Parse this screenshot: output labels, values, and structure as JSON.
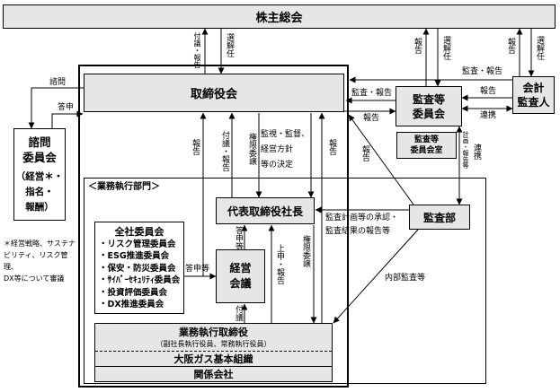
{
  "shareholders_meeting": "株主総会",
  "board": "取締役会",
  "advisory_committee": {
    "title": [
      "諮問",
      "委員会"
    ],
    "members": [
      "（経営＊・",
      "指名・",
      "報酬）"
    ]
  },
  "note": [
    "＊経営戦略、サステナ",
    "ビリティ、リスク管理、",
    "DX等について審議"
  ],
  "audit_committee": {
    "title": [
      "監査等",
      "委員会"
    ],
    "office": [
      "監査等",
      "委員会室"
    ]
  },
  "accounting_auditor": [
    "会計",
    "監査人"
  ],
  "exec_division_label": "＜業務執行部門＞",
  "president": "代表取締役社長",
  "company_committees": {
    "title": "全社委員会",
    "items": [
      "・リスク管理委員会",
      "・ESG推進委員会",
      "・保安・防災委員会",
      "・ｻｲﾊﾞｰｾｷｭﾘﾃｨ委員会",
      "・投資評価委員会",
      "・DX推進委員会"
    ]
  },
  "management_meeting": [
    "経営",
    "会議"
  ],
  "exec_directors": {
    "title": "業務執行取締役",
    "sub": "（副社長執行役員、常務執行役員）"
  },
  "basic_org": "大阪ガス基本組織",
  "affiliates": "関係会社",
  "internal_audit": "監査部",
  "labels": {
    "sh_up": "付議・報告",
    "sh_down": "選解任",
    "ac_up": "報告",
    "ac_down": "選解任",
    "aa_up": "報告",
    "aa_down": "選解任",
    "aa_board": "監査・報告",
    "ac_board": "監査・報告",
    "board_ac": "報告",
    "aa_ac": "報告",
    "aa_ac_link": "連携",
    "ac_ia_plan": "計画・報告等",
    "ac_ia_link": "連携",
    "consult": "諮問",
    "report_back": "答申",
    "cc_board": "報告",
    "pres_board": "付議・報告",
    "board_pres_delegate": "権限委譲",
    "board_pres_oversight": [
      "監視・監督、",
      "経営方針",
      "等の決定"
    ],
    "exec_board": "報告",
    "ia_board": "報告",
    "ia_pres": [
      "監査計画等の承認・",
      "監査結果の報告等"
    ],
    "cc_mm": "答申等",
    "mm_pres": "答申等",
    "exec_pres": "上申・報告",
    "pres_exec": "権限委譲",
    "exec_mm": "付議",
    "ia_exec": "内部監査等"
  }
}
